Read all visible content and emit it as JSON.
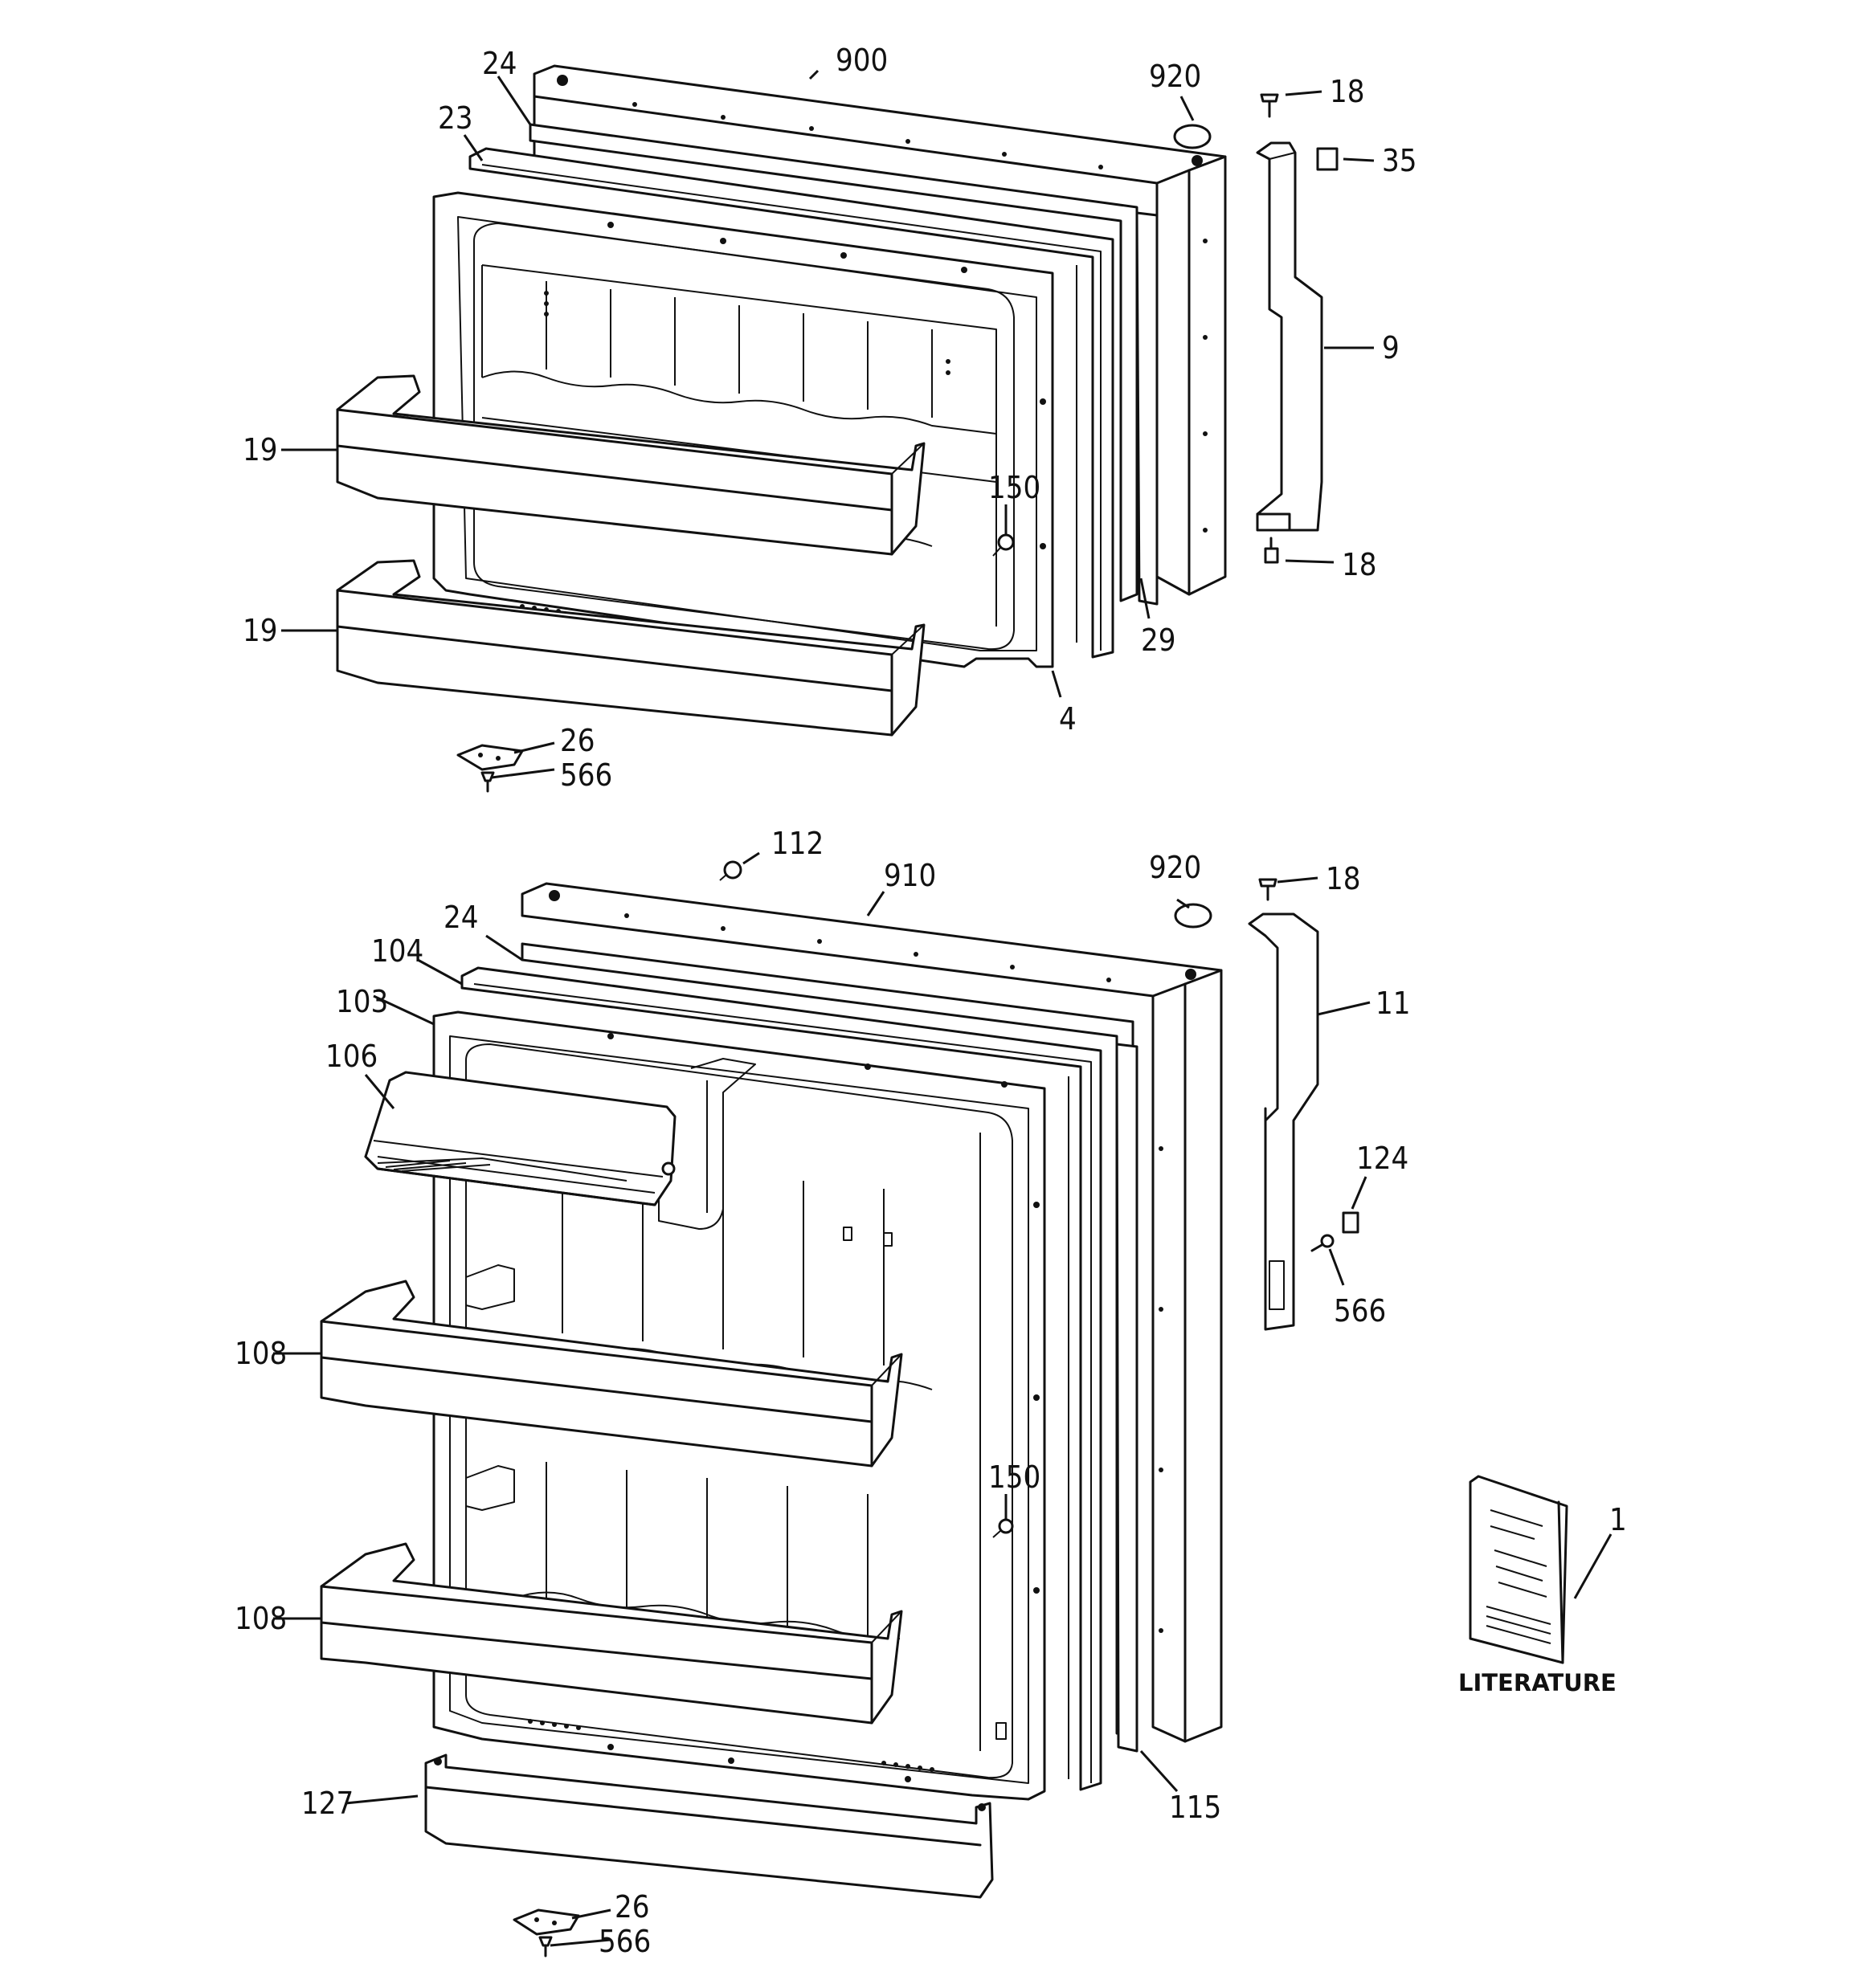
{
  "labels": {
    "l900": "900",
    "l24a": "24",
    "l23": "23",
    "l920a": "920",
    "l18a": "18",
    "l35": "35",
    "l9": "9",
    "l19a": "19",
    "l19b": "19",
    "l150a": "150",
    "l18b": "18",
    "l29": "29",
    "l4": "4",
    "l26a": "26",
    "l566a": "566",
    "l112": "112",
    "l910": "910",
    "l920b": "920",
    "l18c": "18",
    "l24b": "24",
    "l104": "104",
    "l103": "103",
    "l11": "11",
    "l106": "106",
    "l124": "124",
    "l566b": "566",
    "l108a": "108",
    "l150b": "150",
    "l1": "1",
    "l108b": "108",
    "l127": "127",
    "l115": "115",
    "l26b": "26",
    "l566c": "566"
  },
  "literature": {
    "caption": "LITERATURE"
  }
}
